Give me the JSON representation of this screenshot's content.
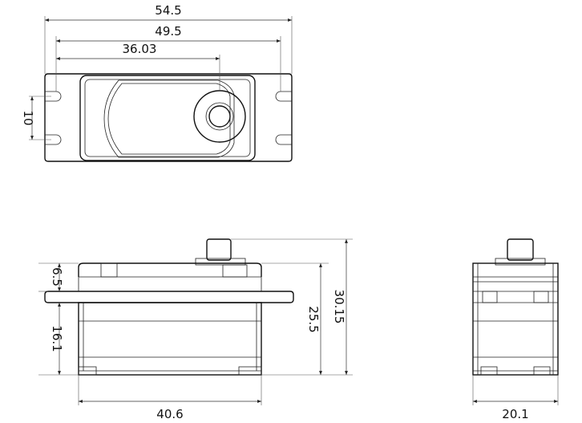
{
  "dimensions": {
    "top_width_overall": "54.5",
    "top_width_holes": "49.5",
    "top_width_shaft": "36.03",
    "top_hole_spacing": "10",
    "side_flange_offset": "6.5",
    "side_body_lower": "16.1",
    "side_height_body": "25.5",
    "side_height_total": "30.15",
    "side_length": "40.6",
    "end_width": "20.1"
  }
}
